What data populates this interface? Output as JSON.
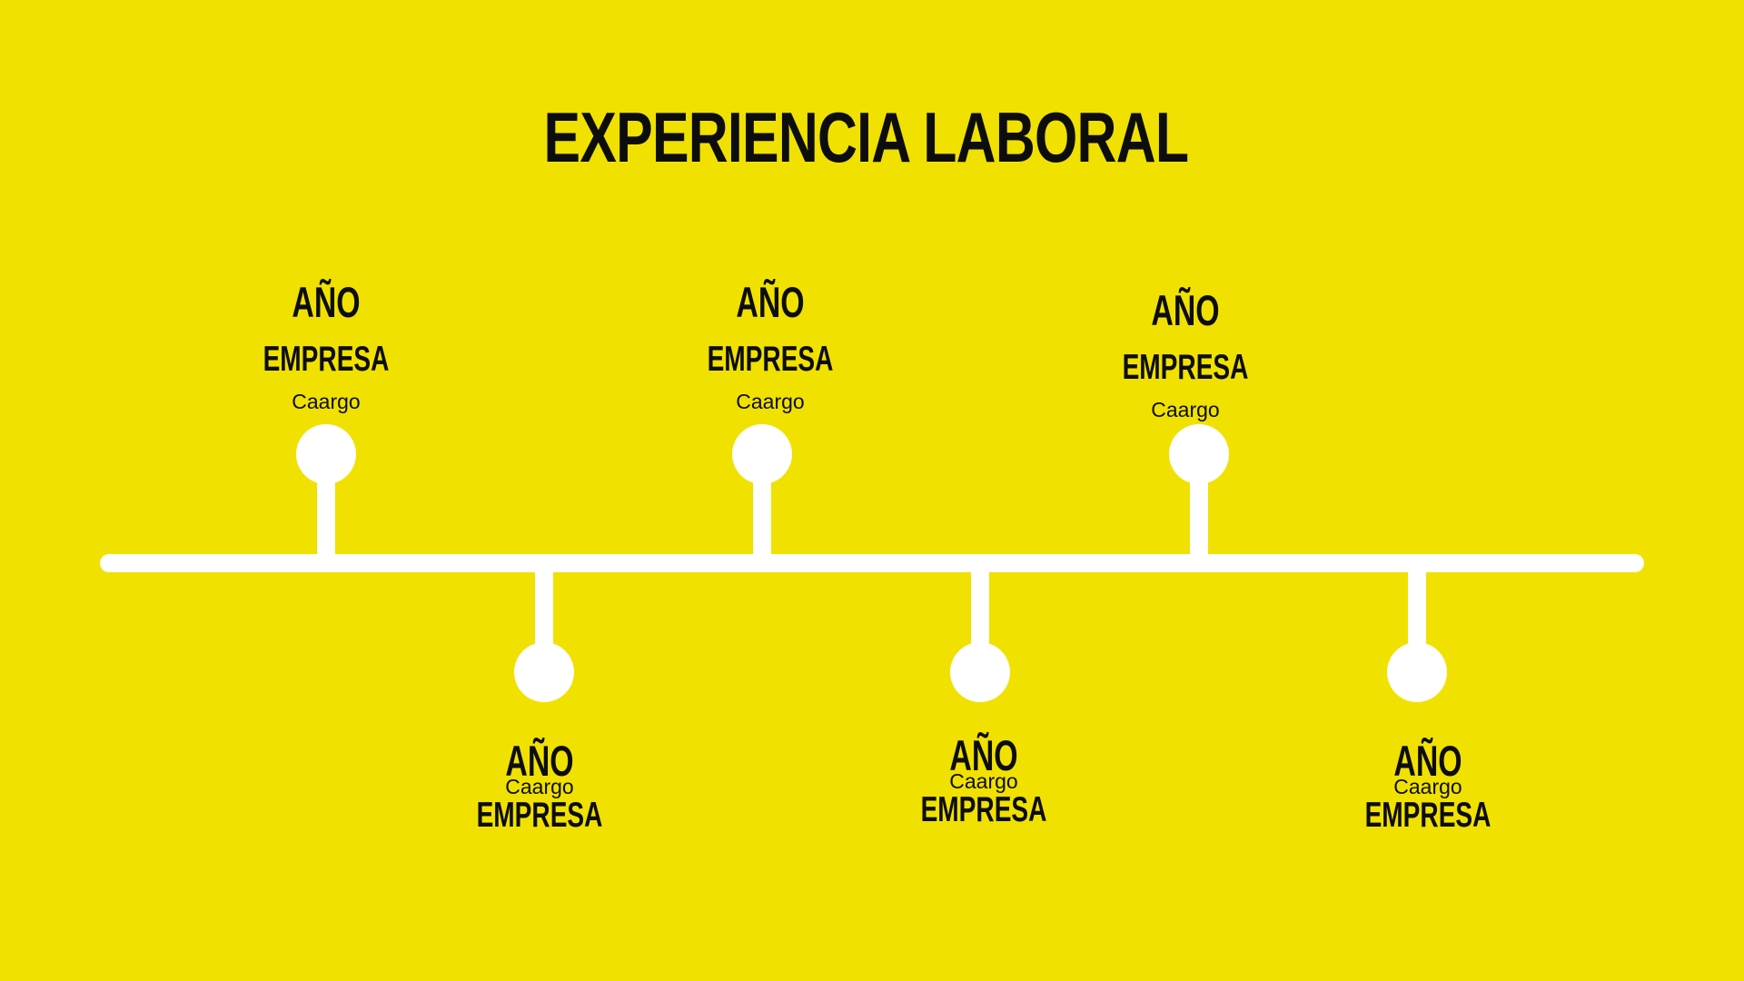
{
  "title": "EXPERIENCIA LABORAL",
  "colors": {
    "background": "#f0e100",
    "timeline": "#ffffff",
    "text": "#0d0d0d"
  },
  "entries": [
    {
      "year": "AÑO",
      "company": "EMPRESA",
      "role": "Caargo"
    },
    {
      "year": "AÑO",
      "company": "EMPRESA",
      "role": "Caargo"
    },
    {
      "year": "AÑO",
      "company": "EMPRESA",
      "role": "Caargo"
    },
    {
      "year": "AÑO",
      "company": "EMPRESA",
      "role": "Caargo"
    },
    {
      "year": "AÑO",
      "company": "EMPRESA",
      "role": "Caargo"
    },
    {
      "year": "AÑO",
      "company": "EMPRESA",
      "role": "Caargo"
    }
  ]
}
